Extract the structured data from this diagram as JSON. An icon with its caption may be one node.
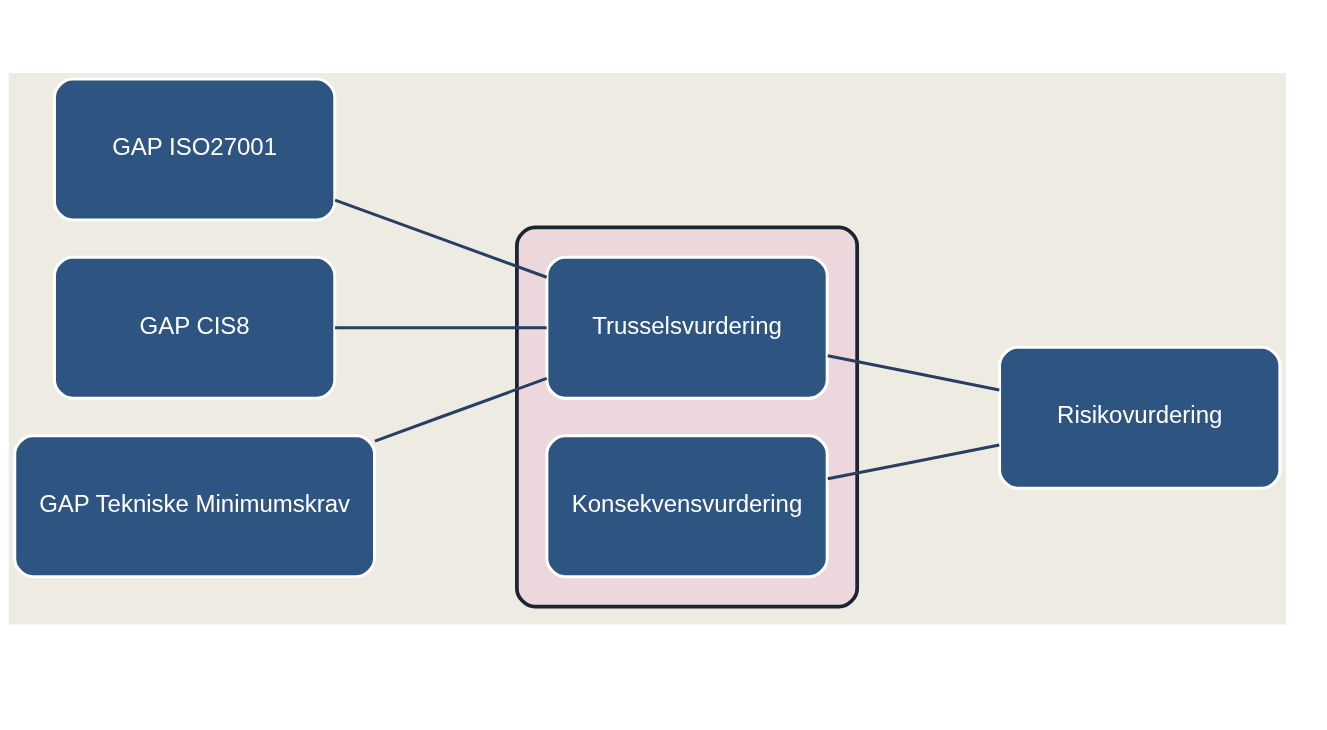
{
  "diagram": {
    "nodes": [
      {
        "text": [
          "GAP ISO27001"
        ]
      },
      {
        "text": [
          "GAP CIS8"
        ]
      },
      {
        "text": [
          "GAP Tekniske Minimumskrav"
        ]
      },
      {
        "text": [],
        "shape": "box"
      },
      {
        "text": [
          "Trusselsvurdering"
        ],
        "in": 3
      },
      {
        "text": [
          "Konsekvensvurdering"
        ],
        "in": 3
      },
      {
        "text": [
          "Risikovurdering"
        ]
      }
    ],
    "edges": [
      {
        "from": 0,
        "to": 4,
        "arrow": "none"
      },
      {
        "from": 1,
        "to": 4,
        "arrow": "none"
      },
      {
        "from": 2,
        "to": 4,
        "arrow": "none"
      },
      {
        "from": 4,
        "to": 6,
        "arrow": "none"
      },
      {
        "from": 5,
        "to": 6,
        "arrow": "none"
      }
    ]
  }
}
